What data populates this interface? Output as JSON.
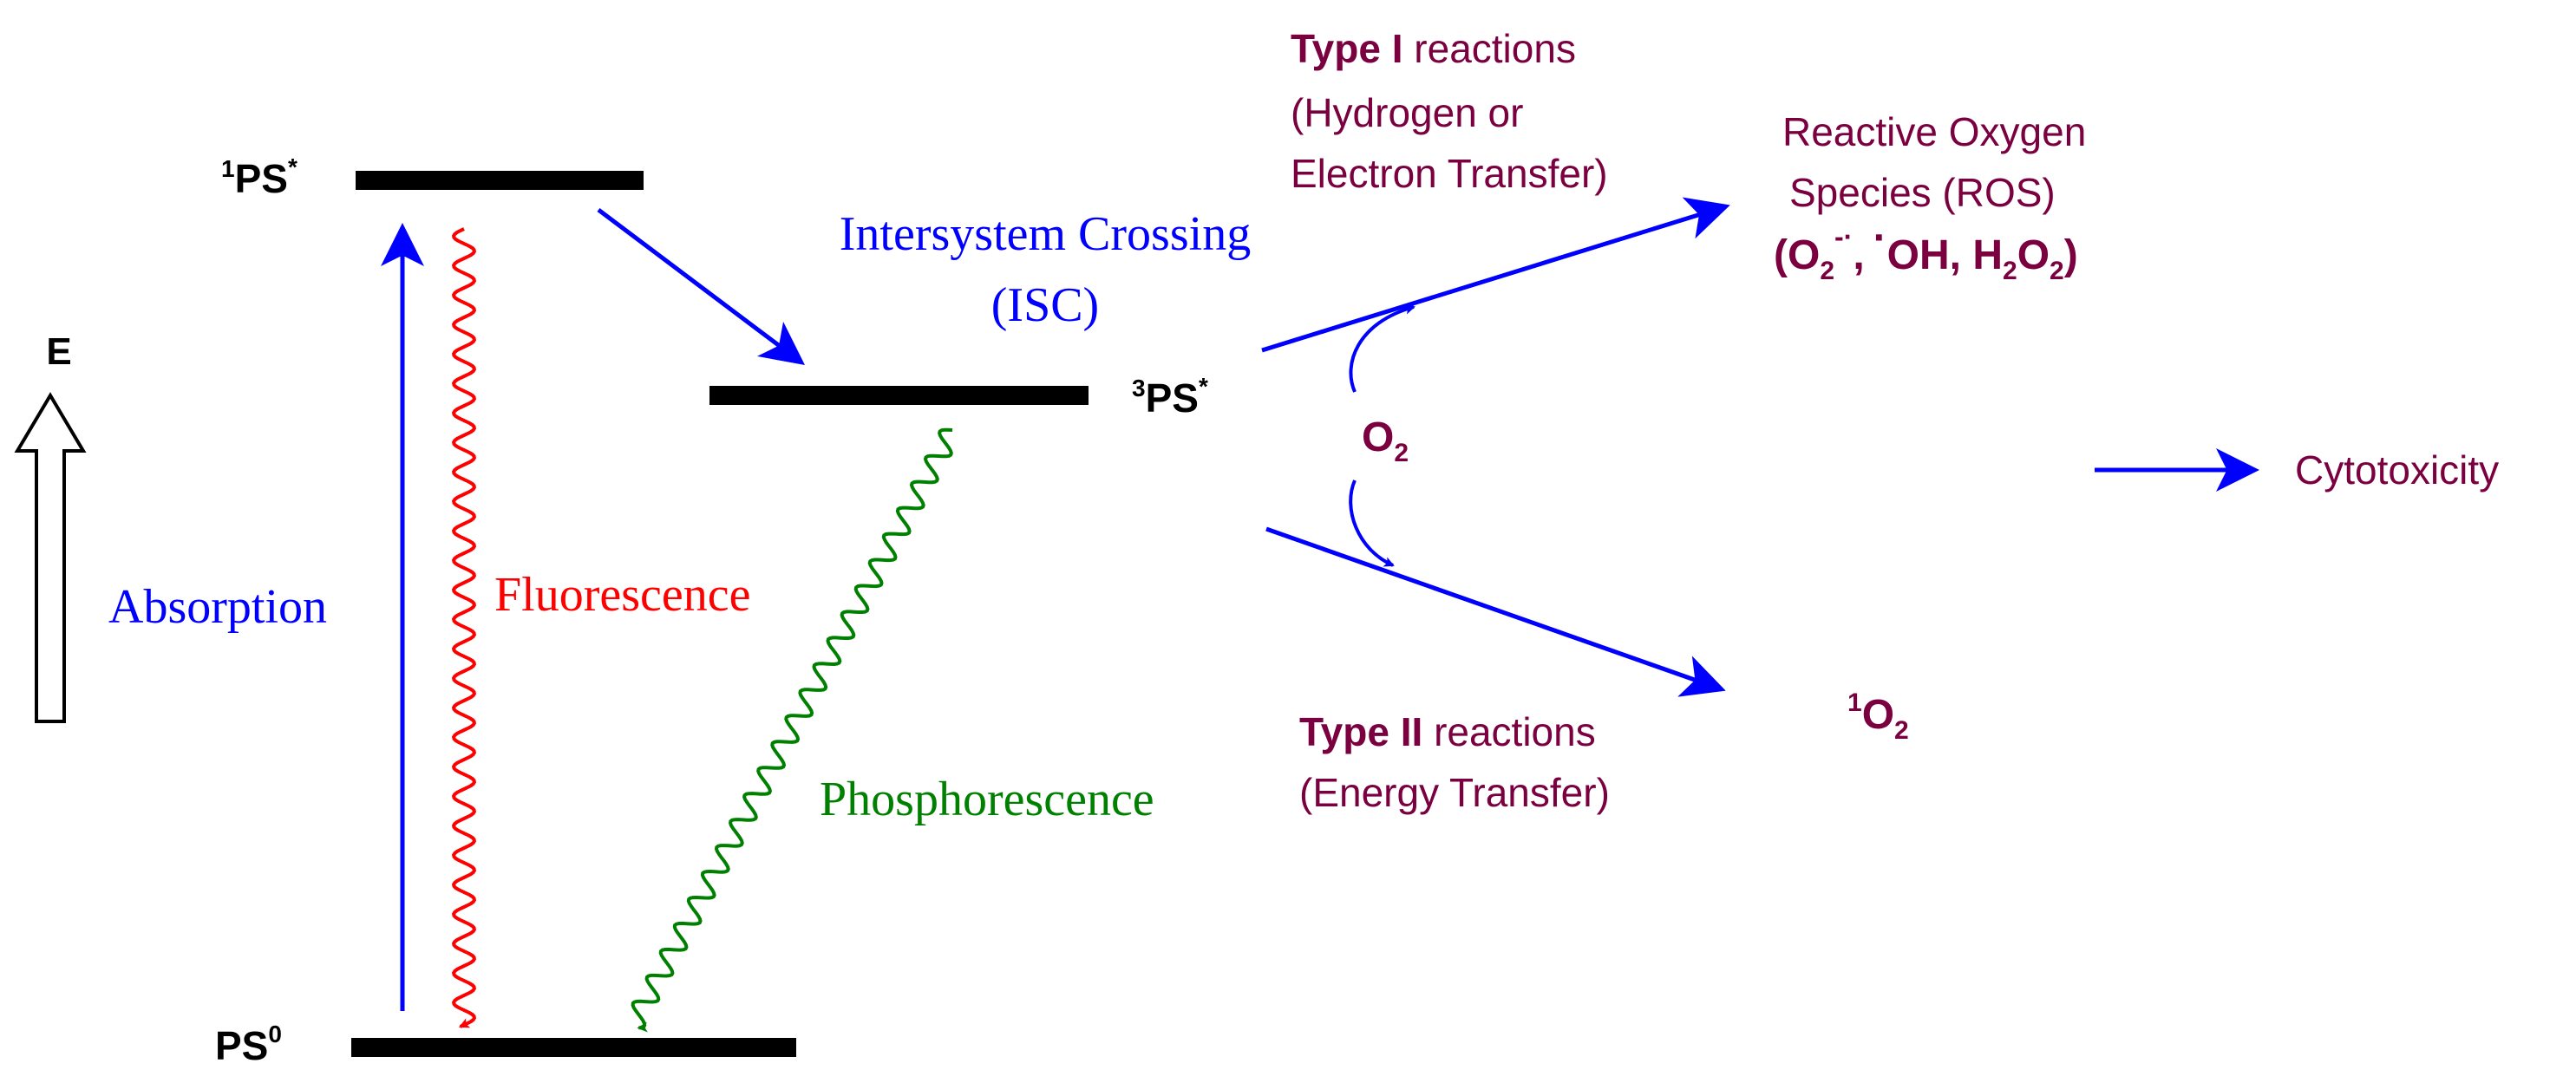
{
  "colors": {
    "level": "#000000",
    "absorption": "#0000ff",
    "fluorescence": "#ff0000",
    "phosphorescence": "#008000",
    "isc": "#0000ff",
    "reaction_text": "#7a0040"
  },
  "energy_axis": {
    "label": "E"
  },
  "levels": {
    "singlet_excited": {
      "prefix": "1",
      "base": "PS",
      "suffix": "*"
    },
    "triplet_excited": {
      "prefix": "3",
      "base": "PS",
      "suffix": "*"
    },
    "ground": {
      "base": "PS",
      "suffix": "0"
    }
  },
  "transitions": {
    "absorption": "Absorption",
    "fluorescence": "Fluorescence",
    "isc_line1": "Intersystem Crossing",
    "isc_line2": "(ISC)",
    "phosphorescence": "Phosphorescence"
  },
  "oxygen": {
    "base": "O",
    "sub": "2"
  },
  "type1": {
    "bold": "Type I",
    "rest": " reactions",
    "line2": "(Hydrogen or",
    "line3": "Electron Transfer)"
  },
  "ros": {
    "line1": "Reactive Oxygen",
    "line2": "Species (ROS)",
    "open": "(O",
    "sub1": "2",
    "sup1": "-·",
    "comma": ",",
    "dot": "·",
    "oh": "OH, H",
    "sub2": "2",
    "o": "O",
    "sub3": "2",
    "close": ")"
  },
  "type2": {
    "bold": "Type II",
    "rest": " reactions",
    "line2": "(Energy Transfer)"
  },
  "singlet_oxygen": {
    "prefix": "1",
    "base": "O",
    "sub": "2"
  },
  "outcome": "Cytotoxicity"
}
